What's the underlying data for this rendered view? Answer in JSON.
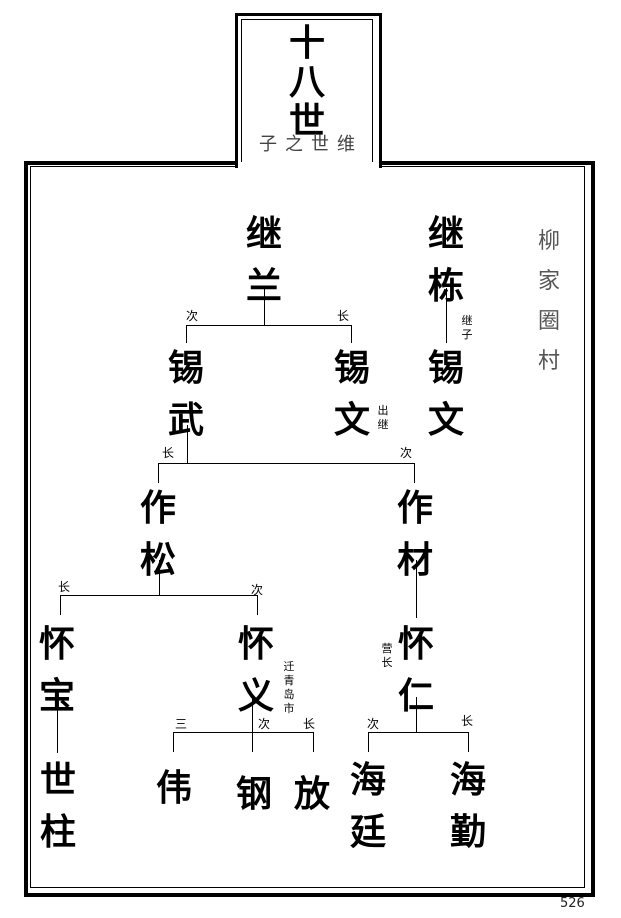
{
  "header": {
    "generation": "十八世",
    "subtitle": "子之世维"
  },
  "village": "柳家圈村",
  "page_number": "526",
  "tree": {
    "jilan": {
      "name": "继兰"
    },
    "jidong": {
      "name": "继栋"
    },
    "xiwu": {
      "name": "锡武",
      "rank": "次"
    },
    "xiwen1": {
      "name": "锡文",
      "rank": "长",
      "note": "出继"
    },
    "xiwen2": {
      "name": "锡文",
      "note": "继子"
    },
    "zuosong": {
      "name": "作松",
      "rank": "长"
    },
    "zuocai": {
      "name": "作材",
      "rank": "次"
    },
    "huaibao": {
      "name": "怀宝",
      "rank": "长"
    },
    "huaiyi": {
      "name": "怀义",
      "rank": "次",
      "note": "迁青岛市"
    },
    "huairen": {
      "name": "怀仁",
      "note": "营长"
    },
    "shizhu": {
      "name": "世柱"
    },
    "wei": {
      "name": "伟",
      "rank": "三"
    },
    "gang": {
      "name": "钢",
      "rank": "次"
    },
    "fang": {
      "name": "放",
      "rank": "长"
    },
    "haiting": {
      "name": "海廷",
      "rank": "次"
    },
    "haiqin": {
      "name": "海勤",
      "rank": "长"
    }
  }
}
